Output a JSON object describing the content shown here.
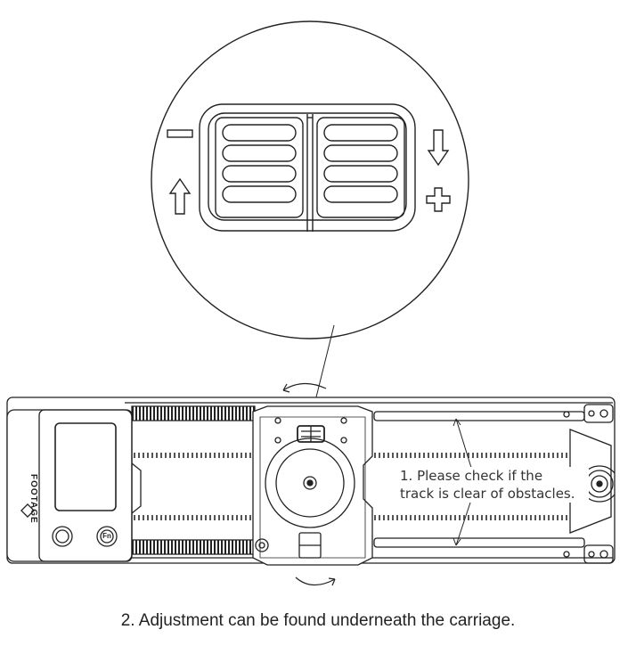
{
  "callout": {
    "line1": "1. Please check if the",
    "line2": "track is clear of obstacles."
  },
  "caption": "2. Adjustment can be found underneath the carriage.",
  "device": {
    "brand": "FOOTAGE",
    "fn_label": "Fn"
  },
  "zoom": {
    "minus_symbol": "−",
    "plus_symbol": "+"
  },
  "colors": {
    "stroke": "#222222",
    "background": "#ffffff"
  }
}
